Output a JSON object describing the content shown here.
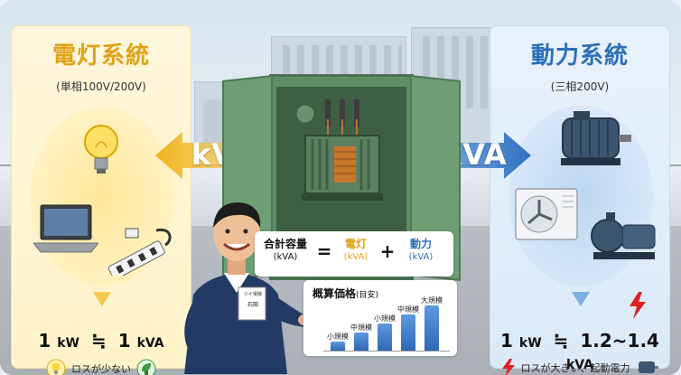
{
  "left_panel": {
    "title": "電灯系統",
    "subtitle": "(単相100V/200V)",
    "formula_left": "1",
    "formula_left_unit": "kW",
    "formula_op": "≒",
    "formula_right": "1",
    "formula_right_unit": "kVA",
    "note": "ロスが少ない"
  },
  "right_panel": {
    "title": "動力系統",
    "subtitle": "(三相200V)",
    "formula_left": "1",
    "formula_left_unit": "kW",
    "formula_op": "≒",
    "formula_right": "1.2~1.4",
    "formula_right_unit": "kVA",
    "note": "ロスが大きい、起動電力"
  },
  "arrows": {
    "left_label": "kVA",
    "right_label": "kVA"
  },
  "formula_card": {
    "total_label": "合計容量",
    "total_unit": "(kVA)",
    "equals": "=",
    "light_label": "電灯",
    "light_unit": "(kVA)",
    "plus": "+",
    "power_label": "動力",
    "power_unit": "(kVA)"
  },
  "price_card": {
    "title": "概算価格",
    "title_note": "(目安)",
    "bars": [
      {
        "label": "小規模",
        "value": 1
      },
      {
        "label": "中規模",
        "value": 2
      },
      {
        "label": "小規模",
        "value": 3
      },
      {
        "label": "中規模",
        "value": 4
      },
      {
        "label": "大規模",
        "value": 5
      }
    ]
  },
  "person": {
    "badge_line1": "小イ電機",
    "badge_line2": "石田"
  },
  "colors": {
    "light_accent": "#e0a318",
    "power_accent": "#2c6fb7",
    "cabinet": "#5f8d66",
    "warning": "#e02020"
  }
}
